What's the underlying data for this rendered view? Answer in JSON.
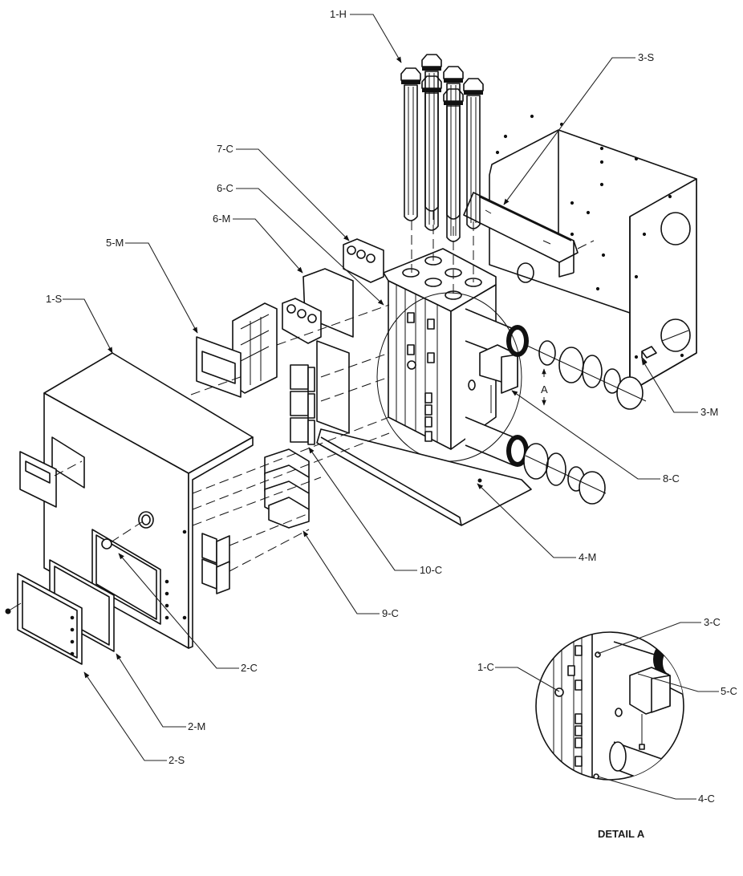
{
  "diagram": {
    "type": "exploded-parts-view",
    "subject": "Electric boiler / heater assembly",
    "detail_marker": "A",
    "detail_title": "DETAIL A"
  },
  "callouts": {
    "c_1H": "1-H",
    "c_3S": "3-S",
    "c_7C": "7-C",
    "c_6C": "6-C",
    "c_6M": "6-M",
    "c_5M": "5-M",
    "c_1S": "1-S",
    "c_3M": "3-M",
    "c_8C": "8-C",
    "c_4M": "4-M",
    "c_10C": "10-C",
    "c_9C": "9-C",
    "c_2C": "2-C",
    "c_2M": "2-M",
    "c_2S": "2-S"
  },
  "detail_callouts": {
    "c_1C": "1-C",
    "c_3C": "3-C",
    "c_5C": "5-C",
    "c_4C": "4-C"
  }
}
